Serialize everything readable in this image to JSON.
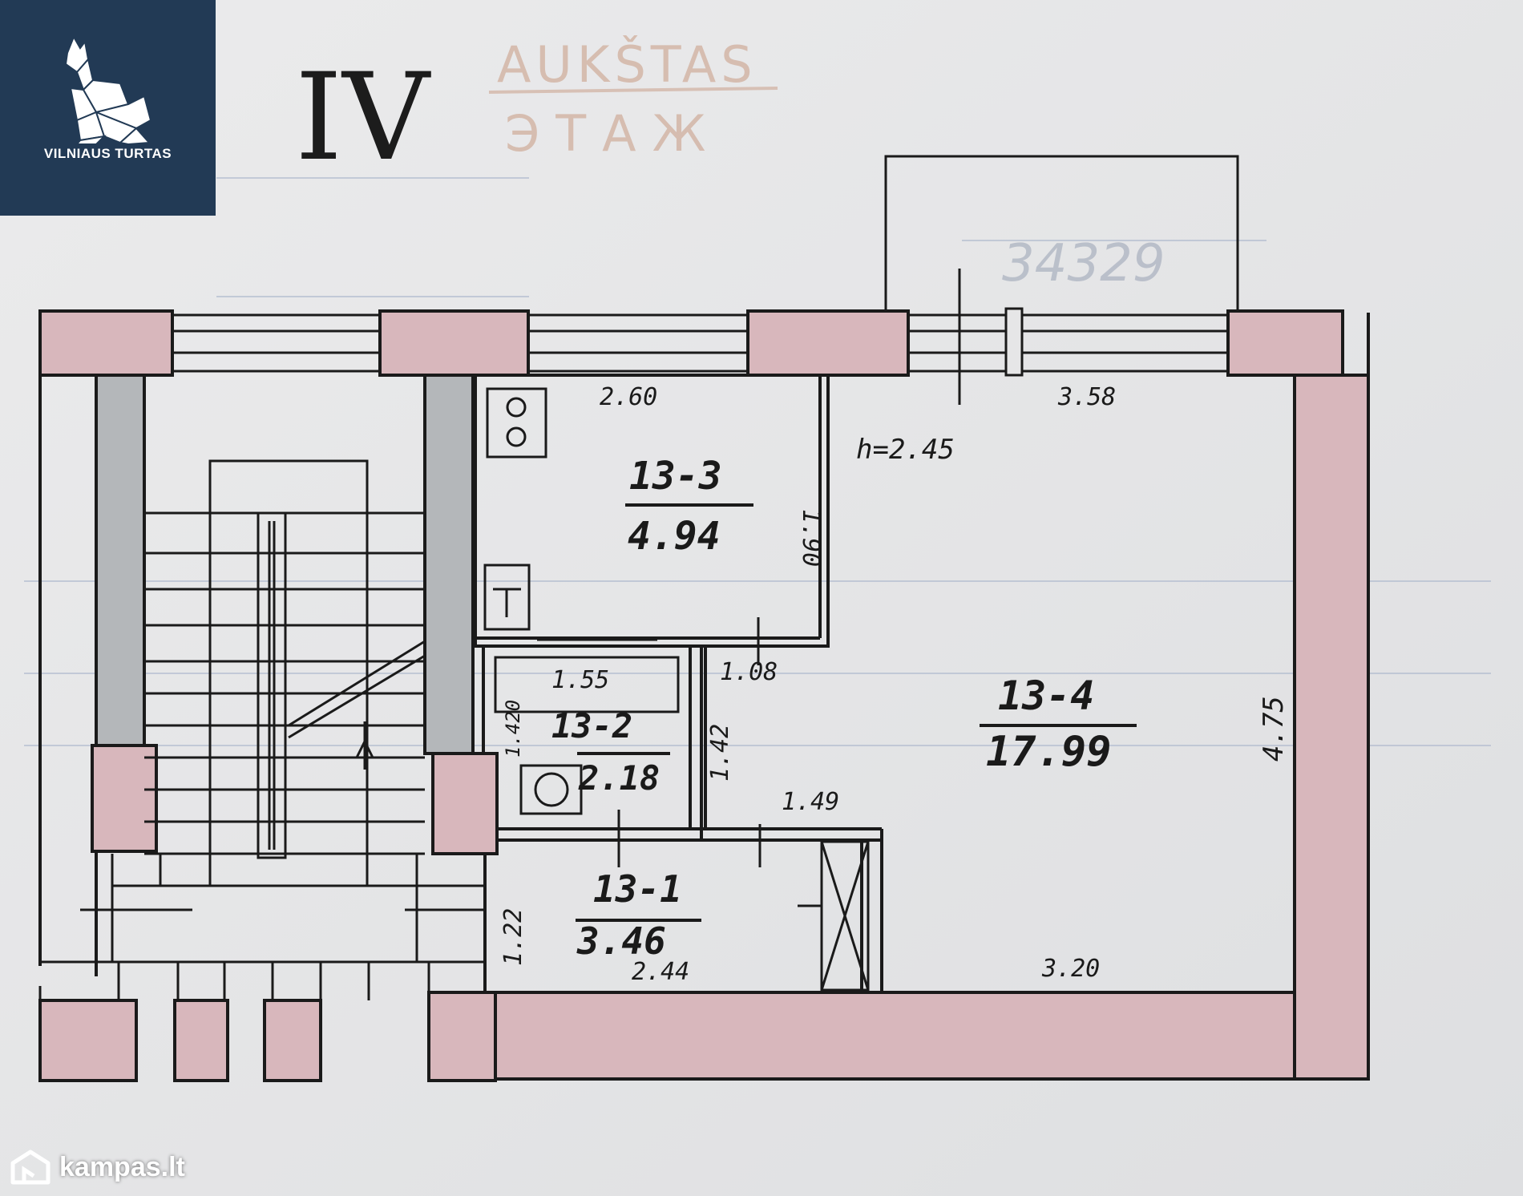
{
  "brand": {
    "logo_text": "VILNIAUS TURTAS",
    "watermark": "kampas.lt",
    "bg": "#223a55"
  },
  "header": {
    "floor_numeral": "IV",
    "stamp_lt": "AUKŠTAS",
    "stamp_ru": "ЭТАЖ"
  },
  "form": {
    "faded_number": "34329"
  },
  "rooms": [
    {
      "id": "13-1",
      "area": "3.46"
    },
    {
      "id": "13-2",
      "area": "2.18"
    },
    {
      "id": "13-3",
      "area": "4.94"
    },
    {
      "id": "13-4",
      "area": "17.99"
    }
  ],
  "dimensions": {
    "kitchen_width": "2.60",
    "kitchen_depth": "1.90",
    "room_width": "3.58",
    "ceiling_height": "h=2.45",
    "door_1": "1.08",
    "bath_width": "1.55",
    "bath_depth": "1.420",
    "corridor_depth": "1.42",
    "closet_width": "1.49",
    "room_depth": "4.75",
    "hall_depth": "1.22",
    "hall_width": "2.44",
    "room_bottom_width": "3.20"
  },
  "colors": {
    "wall_fill": "#d8b7bc",
    "ink": "#1a1a1a",
    "stair_shade": "#b4b7ba"
  }
}
